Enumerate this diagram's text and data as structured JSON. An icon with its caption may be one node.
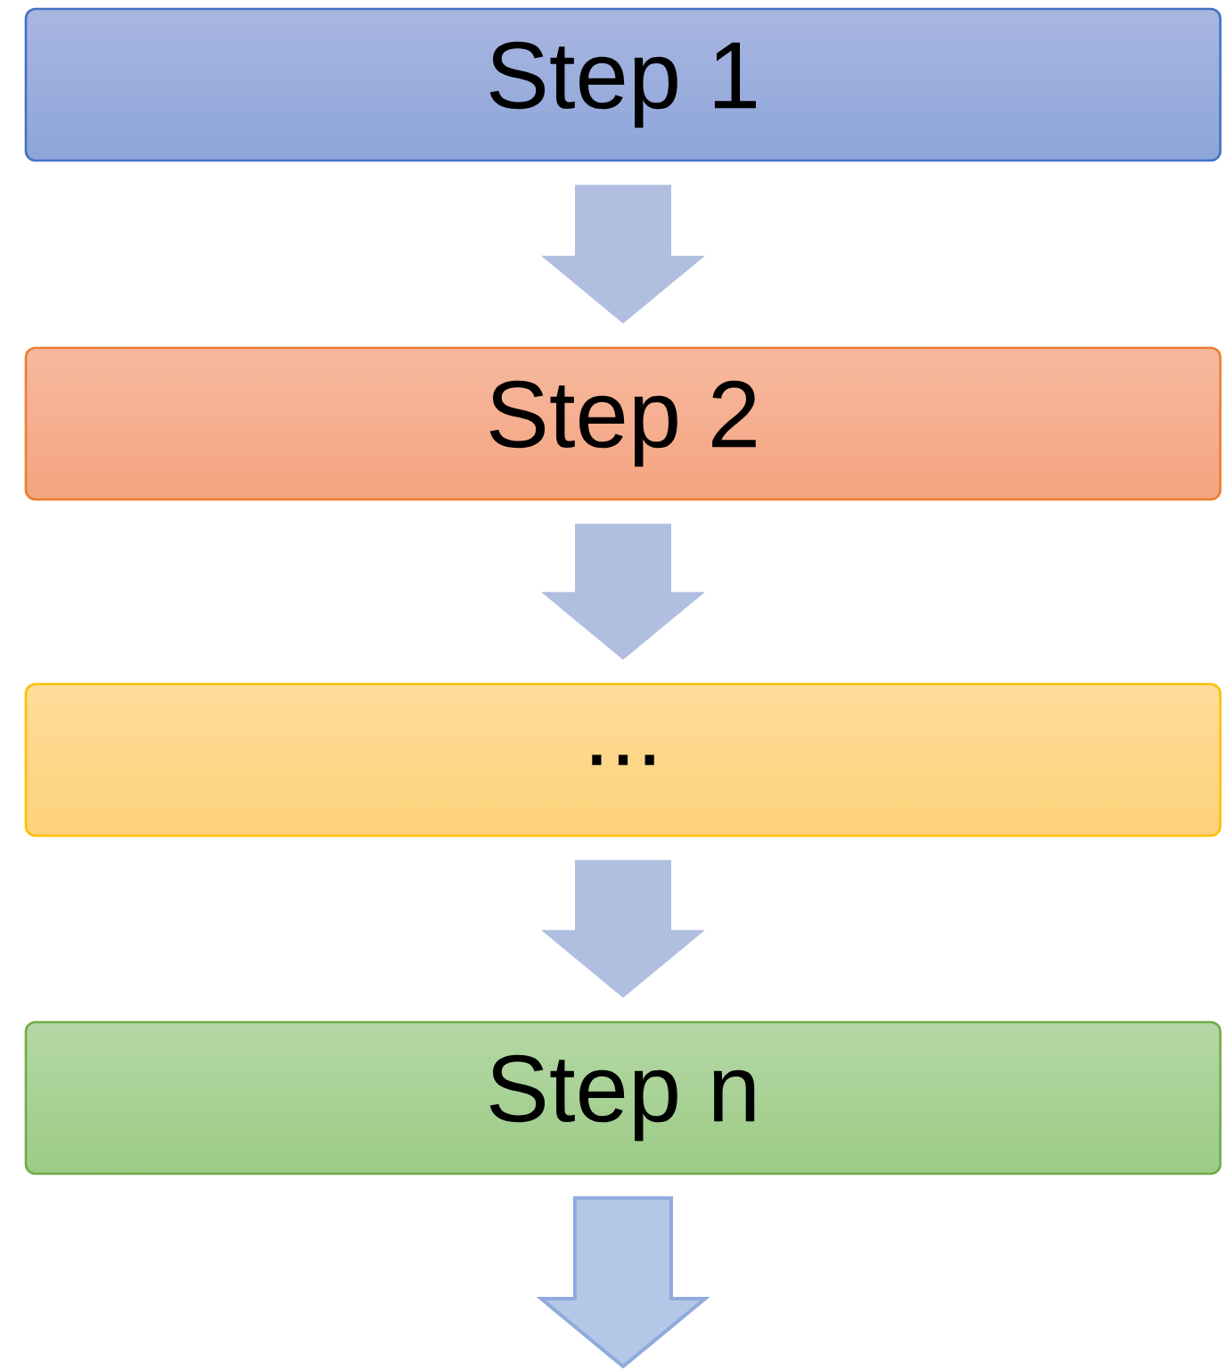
{
  "diagram": {
    "nodes": [
      {
        "text": [
          "Step 1"
        ]
      },
      {
        "text": [
          "Step 2"
        ]
      },
      {
        "text": [
          "..."
        ]
      },
      {
        "text": [
          "Step n"
        ]
      }
    ],
    "edges": [
      {
        "from": 0,
        "to": 1,
        "arrow": "to"
      },
      {
        "from": 1,
        "to": 2,
        "arrow": "to"
      },
      {
        "from": 2,
        "to": 3,
        "arrow": "to"
      },
      {
        "from": 3,
        "to": null,
        "arrow": "to"
      }
    ]
  }
}
